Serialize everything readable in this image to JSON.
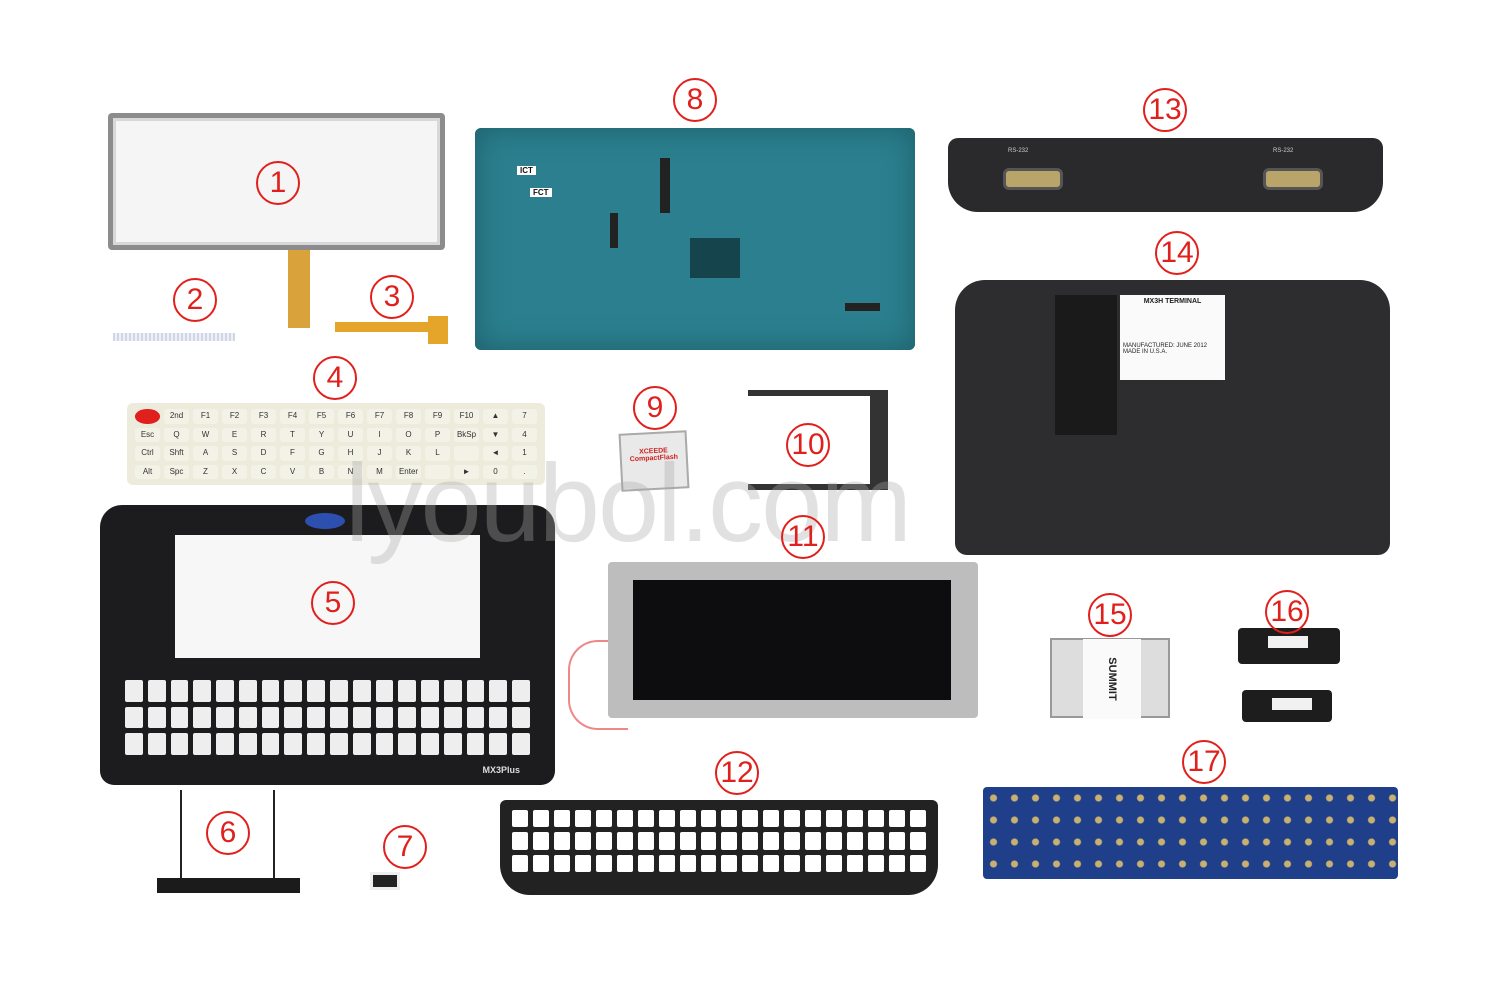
{
  "part_numbers": [
    "1",
    "2",
    "3",
    "4",
    "5",
    "6",
    "7",
    "8",
    "9",
    "10",
    "11",
    "12",
    "13",
    "14",
    "15",
    "16",
    "17"
  ],
  "watermark": "lyoubol.com",
  "keypad_keys": [
    "",
    "2nd",
    "F1",
    "F2",
    "F3",
    "F4",
    "F5",
    "F6",
    "F7",
    "F8",
    "F9",
    "F10",
    "▲",
    "7",
    "Esc",
    "Q",
    "W",
    "E",
    "R",
    "T",
    "Y",
    "U",
    "I",
    "O",
    "P",
    "BkSp",
    "▼",
    "4",
    "Ctrl",
    "Shft",
    "A",
    "S",
    "D",
    "F",
    "G",
    "H",
    "J",
    "K",
    "L",
    "",
    "◄",
    "1",
    "Alt",
    "Spc",
    "Z",
    "X",
    "C",
    "V",
    "B",
    "N",
    "M",
    "Enter",
    "",
    "►",
    "0",
    "."
  ],
  "bezel_brand": "MX3Plus",
  "board_labels": {
    "ict": "ICT",
    "fct": "FCT"
  },
  "cf_card": "XCEEDE CompactFlash",
  "connector_labels": [
    "RS-232",
    "RS-232"
  ],
  "housing_label": {
    "title": "MX3H TERMINAL",
    "manufactured": "MANUFACTURED: JUNE 2012",
    "made_in": "MADE IN U.S.A."
  },
  "radio_card": "SUMMIT"
}
